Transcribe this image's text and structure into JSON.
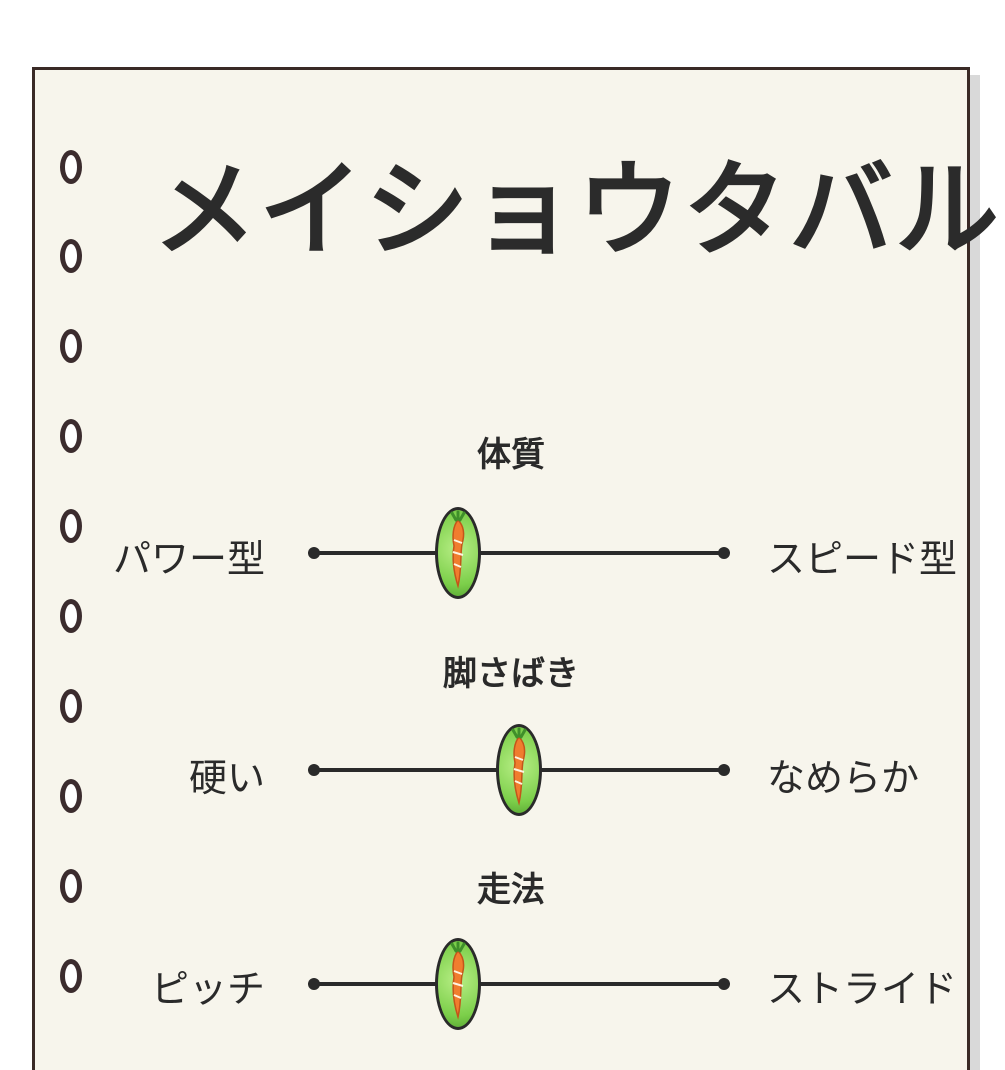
{
  "page": {
    "title": "メイショウタバル"
  },
  "sliders": [
    {
      "category": "体質",
      "left_label": "パワー型",
      "right_label": "スピード型",
      "position": 0.35
    },
    {
      "category": "脚さばき",
      "left_label": "硬い",
      "right_label": "なめらか",
      "position": 0.5
    },
    {
      "category": "走法",
      "left_label": "ピッチ",
      "right_label": "ストライド",
      "position": 0.35
    }
  ],
  "colors": {
    "paper": "#f7f5ec",
    "ink": "#2a2a2a",
    "marker": "#7ccf4a",
    "carrot": "#f07d2e"
  },
  "icons": {
    "marker": "carrot-icon",
    "binding": "binder-ring-icon"
  }
}
